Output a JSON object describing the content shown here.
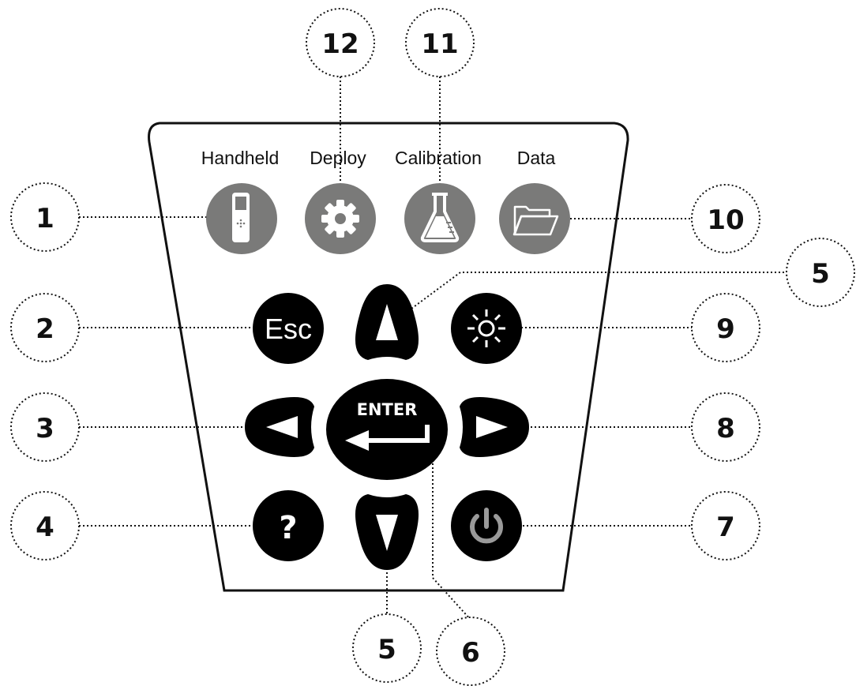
{
  "keypad": {
    "category_labels": {
      "handheld": "Handheld",
      "deploy": "Deploy",
      "calibration": "Calibration",
      "data": "Data"
    },
    "keys": {
      "esc_label": "Esc",
      "enter_label": "ENTER",
      "help_label": "?"
    }
  },
  "callouts": {
    "c1": "1",
    "c2": "2",
    "c3": "3",
    "c4": "4",
    "c5_top": "5",
    "c5_bottom": "5",
    "c6": "6",
    "c7": "7",
    "c8": "8",
    "c9": "9",
    "c10": "10",
    "c11": "11",
    "c12": "12"
  },
  "icons": {
    "handheld": "handheld-device-icon",
    "deploy": "gear-icon",
    "calibration": "flask-icon",
    "data": "folder-icon",
    "backlight": "sun-icon",
    "power": "power-icon"
  },
  "colors": {
    "key_dark": "#000000",
    "key_grey": "#7a7a79",
    "outline": "#111111"
  }
}
